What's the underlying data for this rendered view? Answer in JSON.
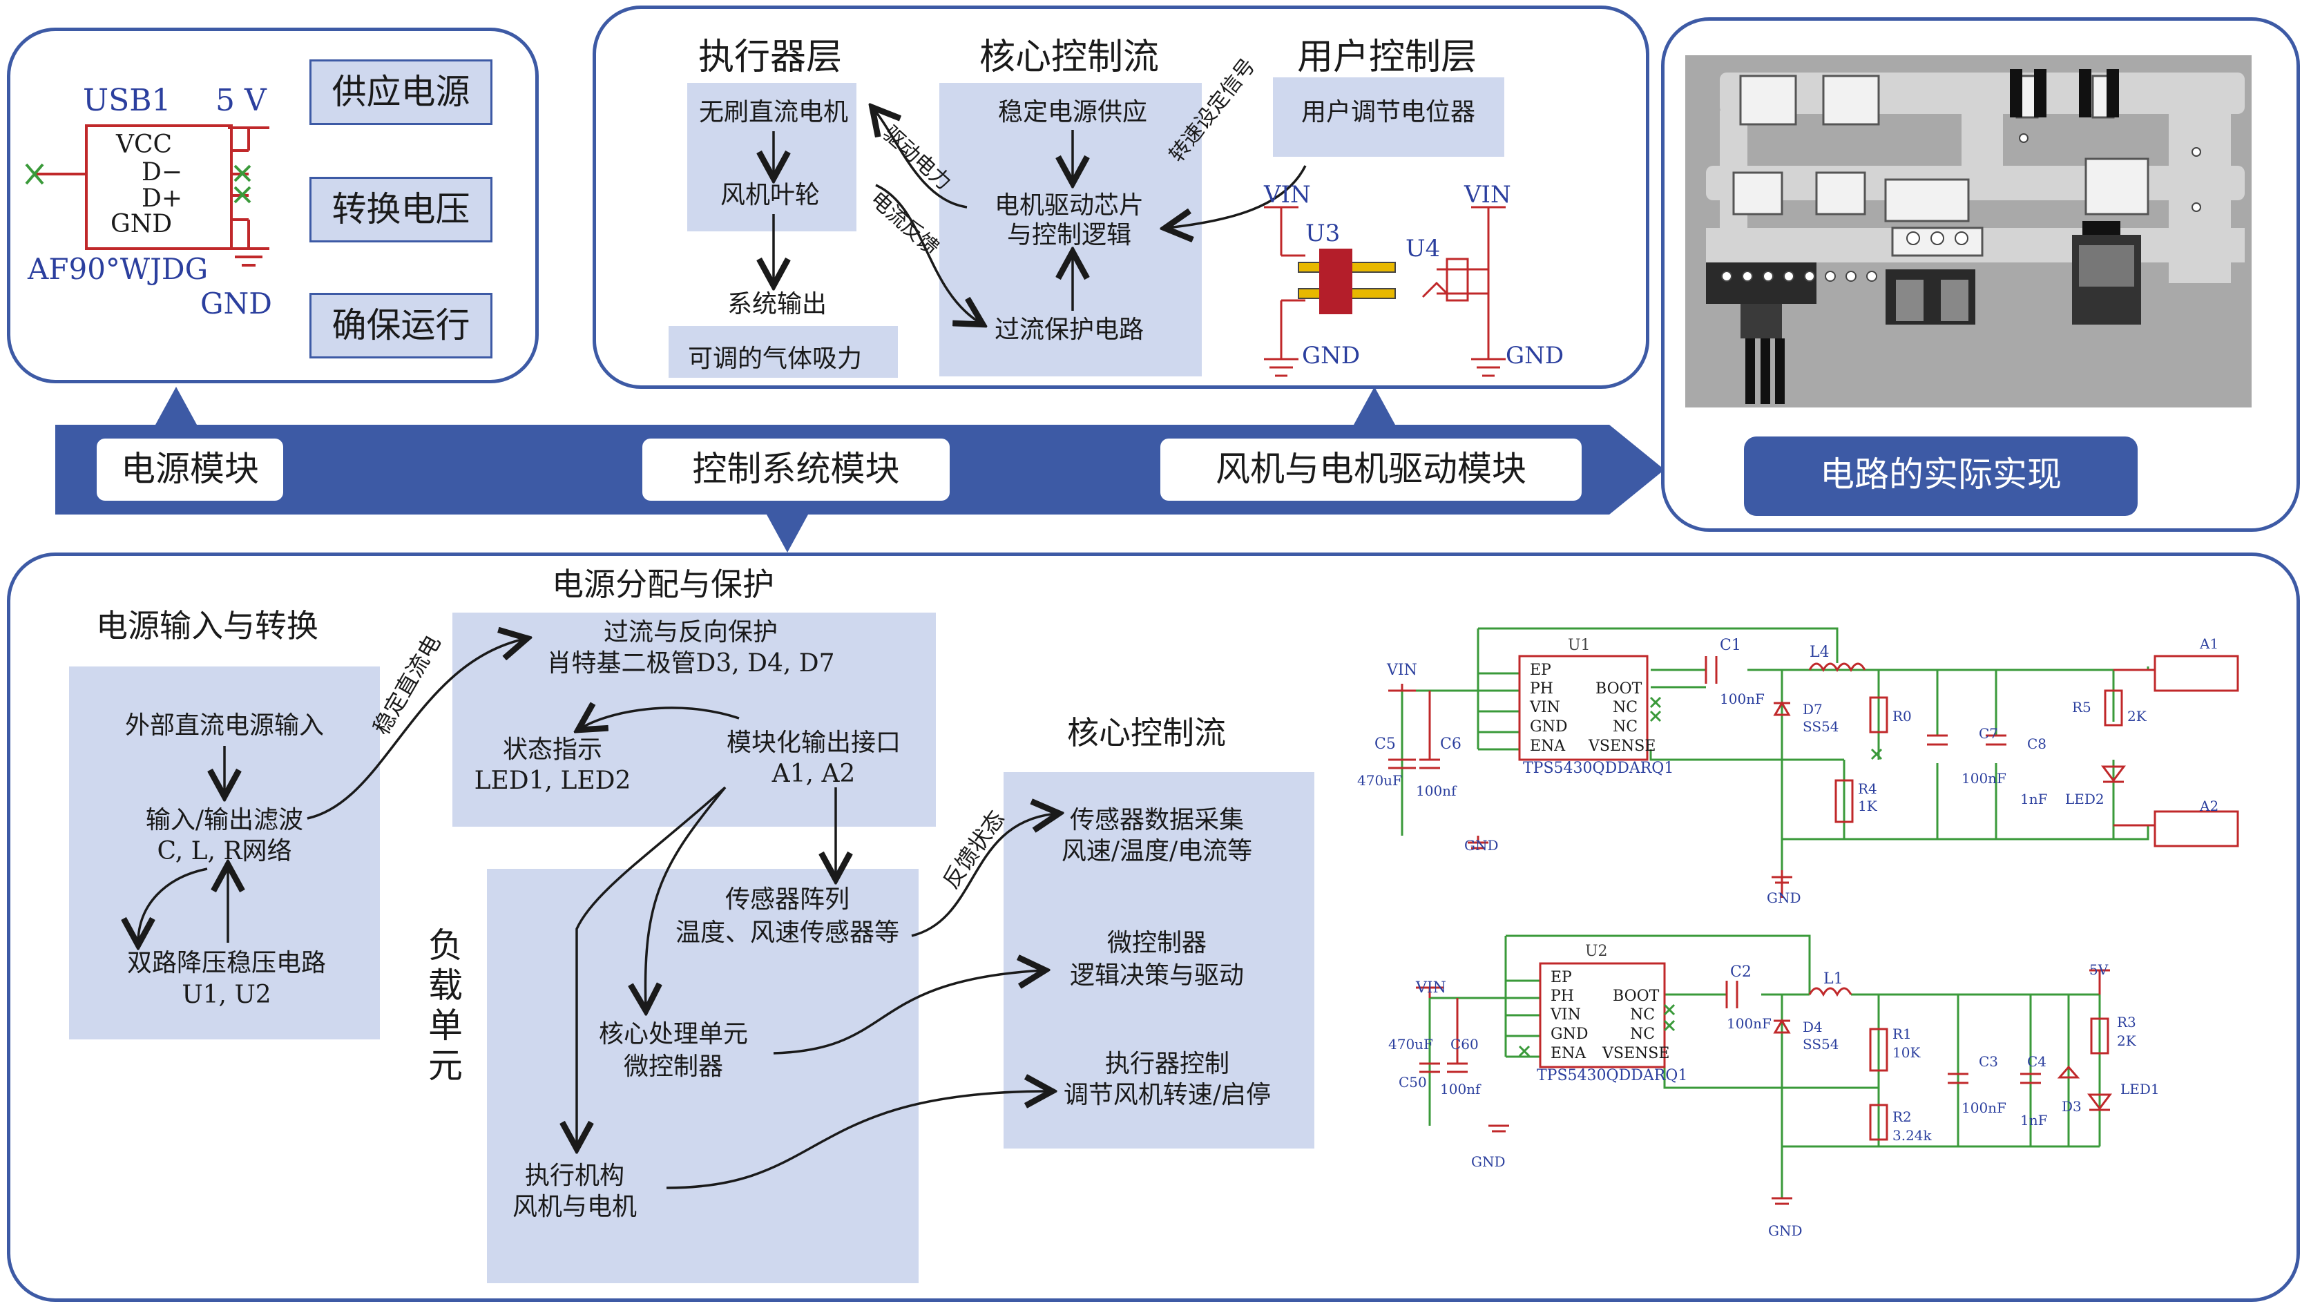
{
  "power_panel": {
    "usb_label": "USB1",
    "voltage": "5 V",
    "pins": [
      "VCC",
      "D−",
      "D+",
      "GND"
    ],
    "part": "AF90°WJDG",
    "gnd": "GND",
    "tags": [
      "供应电源",
      "转换电压",
      "确保运行"
    ]
  },
  "control_panel": {
    "col_actuator": "执行器层",
    "col_core": "核心控制流",
    "col_user": "用户控制层",
    "motor": "无刷直流电机",
    "fan": "风机叶轮",
    "sys_out": "系统输出",
    "suction": "可调的气体吸力",
    "stable_power": "稳定电源供应",
    "driver_1": "电机驱动芯片",
    "driver_2": "与控制逻辑",
    "overcurrent": "过流保护电路",
    "user_pot": "用户调节电位器",
    "edge_drive": "驱动电力",
    "edge_feedback": "电流反馈",
    "edge_speed": "转速设定信号",
    "vin": "VIN",
    "u3": "U3",
    "u4": "U4",
    "gnd": "GND"
  },
  "nav": {
    "power": "电源模块",
    "control": "控制系统模块",
    "fan_motor": "风机与电机驱动模块",
    "impl": "电路的实际实现"
  },
  "bottom_panel": {
    "title_input": "电源输入与转换",
    "title_dist": "电源分配与保护",
    "title_core": "核心控制流",
    "load_unit": "负载单元",
    "ext_dc": "外部直流电源输入",
    "filter_1": "输入/输出滤波",
    "filter_2": "C, L, R网络",
    "buck_1": "双路降压稳压电路",
    "buck_2": "U1, U2",
    "stable_dc": "稳定直流电",
    "protect_1": "过流与反向保护",
    "protect_2": "肖特基二极管D3, D4, D7",
    "status_1": "状态指示",
    "status_2": "LED1, LED2",
    "port_1": "模块化输出接口",
    "port_2": "A1, A2",
    "sensor_1": "传感器阵列",
    "sensor_2": "温度、风速传感器等",
    "cpu_1": "核心处理单元",
    "cpu_2": "微控制器",
    "act_1": "执行机构",
    "act_2": "风机与电机",
    "feedback": "反馈状态",
    "acq_1": "传感器数据采集",
    "acq_2": "风速/温度/电流等",
    "mcu_1": "微控制器",
    "mcu_2": "逻辑决策与驱动",
    "ctl_1": "执行器控制",
    "ctl_2": "调节风机转速/启停"
  },
  "schematic1": {
    "ic": "U1",
    "chip": "TPS5430QDDARQ1",
    "pins_left": [
      "EP",
      "PH",
      "VIN",
      "GND",
      "ENA"
    ],
    "pins_right": [
      "BOOT",
      "NC",
      "NC",
      "VSENSE"
    ],
    "vin": "VIN",
    "c5": "C5",
    "c5v": "470uF",
    "c6": "C6",
    "c6v": "100nf",
    "c1": "C1",
    "c1v": "100nF",
    "l4": "L4",
    "d7": "D7",
    "d7v": "SS54",
    "r0": "R0",
    "r4": "R4",
    "r4v": "1K",
    "c7": "C7",
    "c7v": "100nF",
    "c8": "C8",
    "c8v": "1nF",
    "r5": "R5",
    "r5v": "2K",
    "led": "LED2",
    "a1": "A1",
    "a2": "A2",
    "gnd": "GND"
  },
  "schematic2": {
    "ic": "U2",
    "chip": "TPS5430QDDARQ1",
    "pins_left": [
      "EP",
      "PH",
      "VIN",
      "GND",
      "ENA"
    ],
    "pins_right": [
      "BOOT",
      "NC",
      "NC",
      "VSENSE"
    ],
    "vin": "VIN",
    "c50": "C50",
    "c50v": "470uF",
    "c60": "C60",
    "c60v": "100nf",
    "c2": "C2",
    "c2v": "100nF",
    "l1": "L1",
    "d4": "D4",
    "d4v": "SS54",
    "r1": "R1",
    "r1v": "10K",
    "r2": "R2",
    "r2v": "3.24k",
    "c3": "C3",
    "c3v": "100nF",
    "c4": "C4",
    "c4v": "1nF",
    "d3": "D3",
    "r3": "R3",
    "r3v": "2K",
    "led": "LED1",
    "v5": "5V",
    "gnd": "GND"
  },
  "colors": {
    "panel_border": "#3d5aa5",
    "box_fill": "#cfd8ee",
    "wire": "#3a9a3a",
    "schematic_red": "#c0282a"
  }
}
